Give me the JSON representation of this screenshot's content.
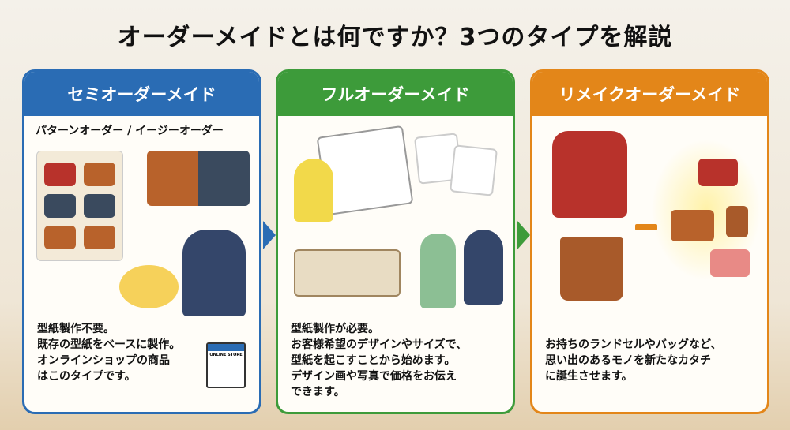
{
  "title": "オーダーメイドとは何ですか？3つのタイプを解説",
  "panels": [
    {
      "heading": "セミオーダーメイド",
      "subheading": "パターンオーダー / イージーオーダー",
      "lines": [
        "型紙製作不要。",
        "既存の型紙をベースに製作。",
        "オンラインショップの商品",
        "はこのタイプです。"
      ],
      "store_label": "ONLINE STORE"
    },
    {
      "heading": "フルオーダーメイド",
      "lines": [
        "型紙製作が必要。",
        "お客様希望のデザインやサイズで、",
        "型紙を起こすことから始めます。",
        "デザイン画や写真で価格をお伝え",
        "できます。"
      ]
    },
    {
      "heading": "リメイクオーダーメイド",
      "lines": [
        "お持ちのランドセルやバッグなど、",
        "思い出のあるモノを新たなカタチ",
        "に誕生させます。"
      ]
    }
  ],
  "colors": {
    "blue": "#2a6cb4",
    "green": "#3d9b3a",
    "orange": "#e38619"
  }
}
